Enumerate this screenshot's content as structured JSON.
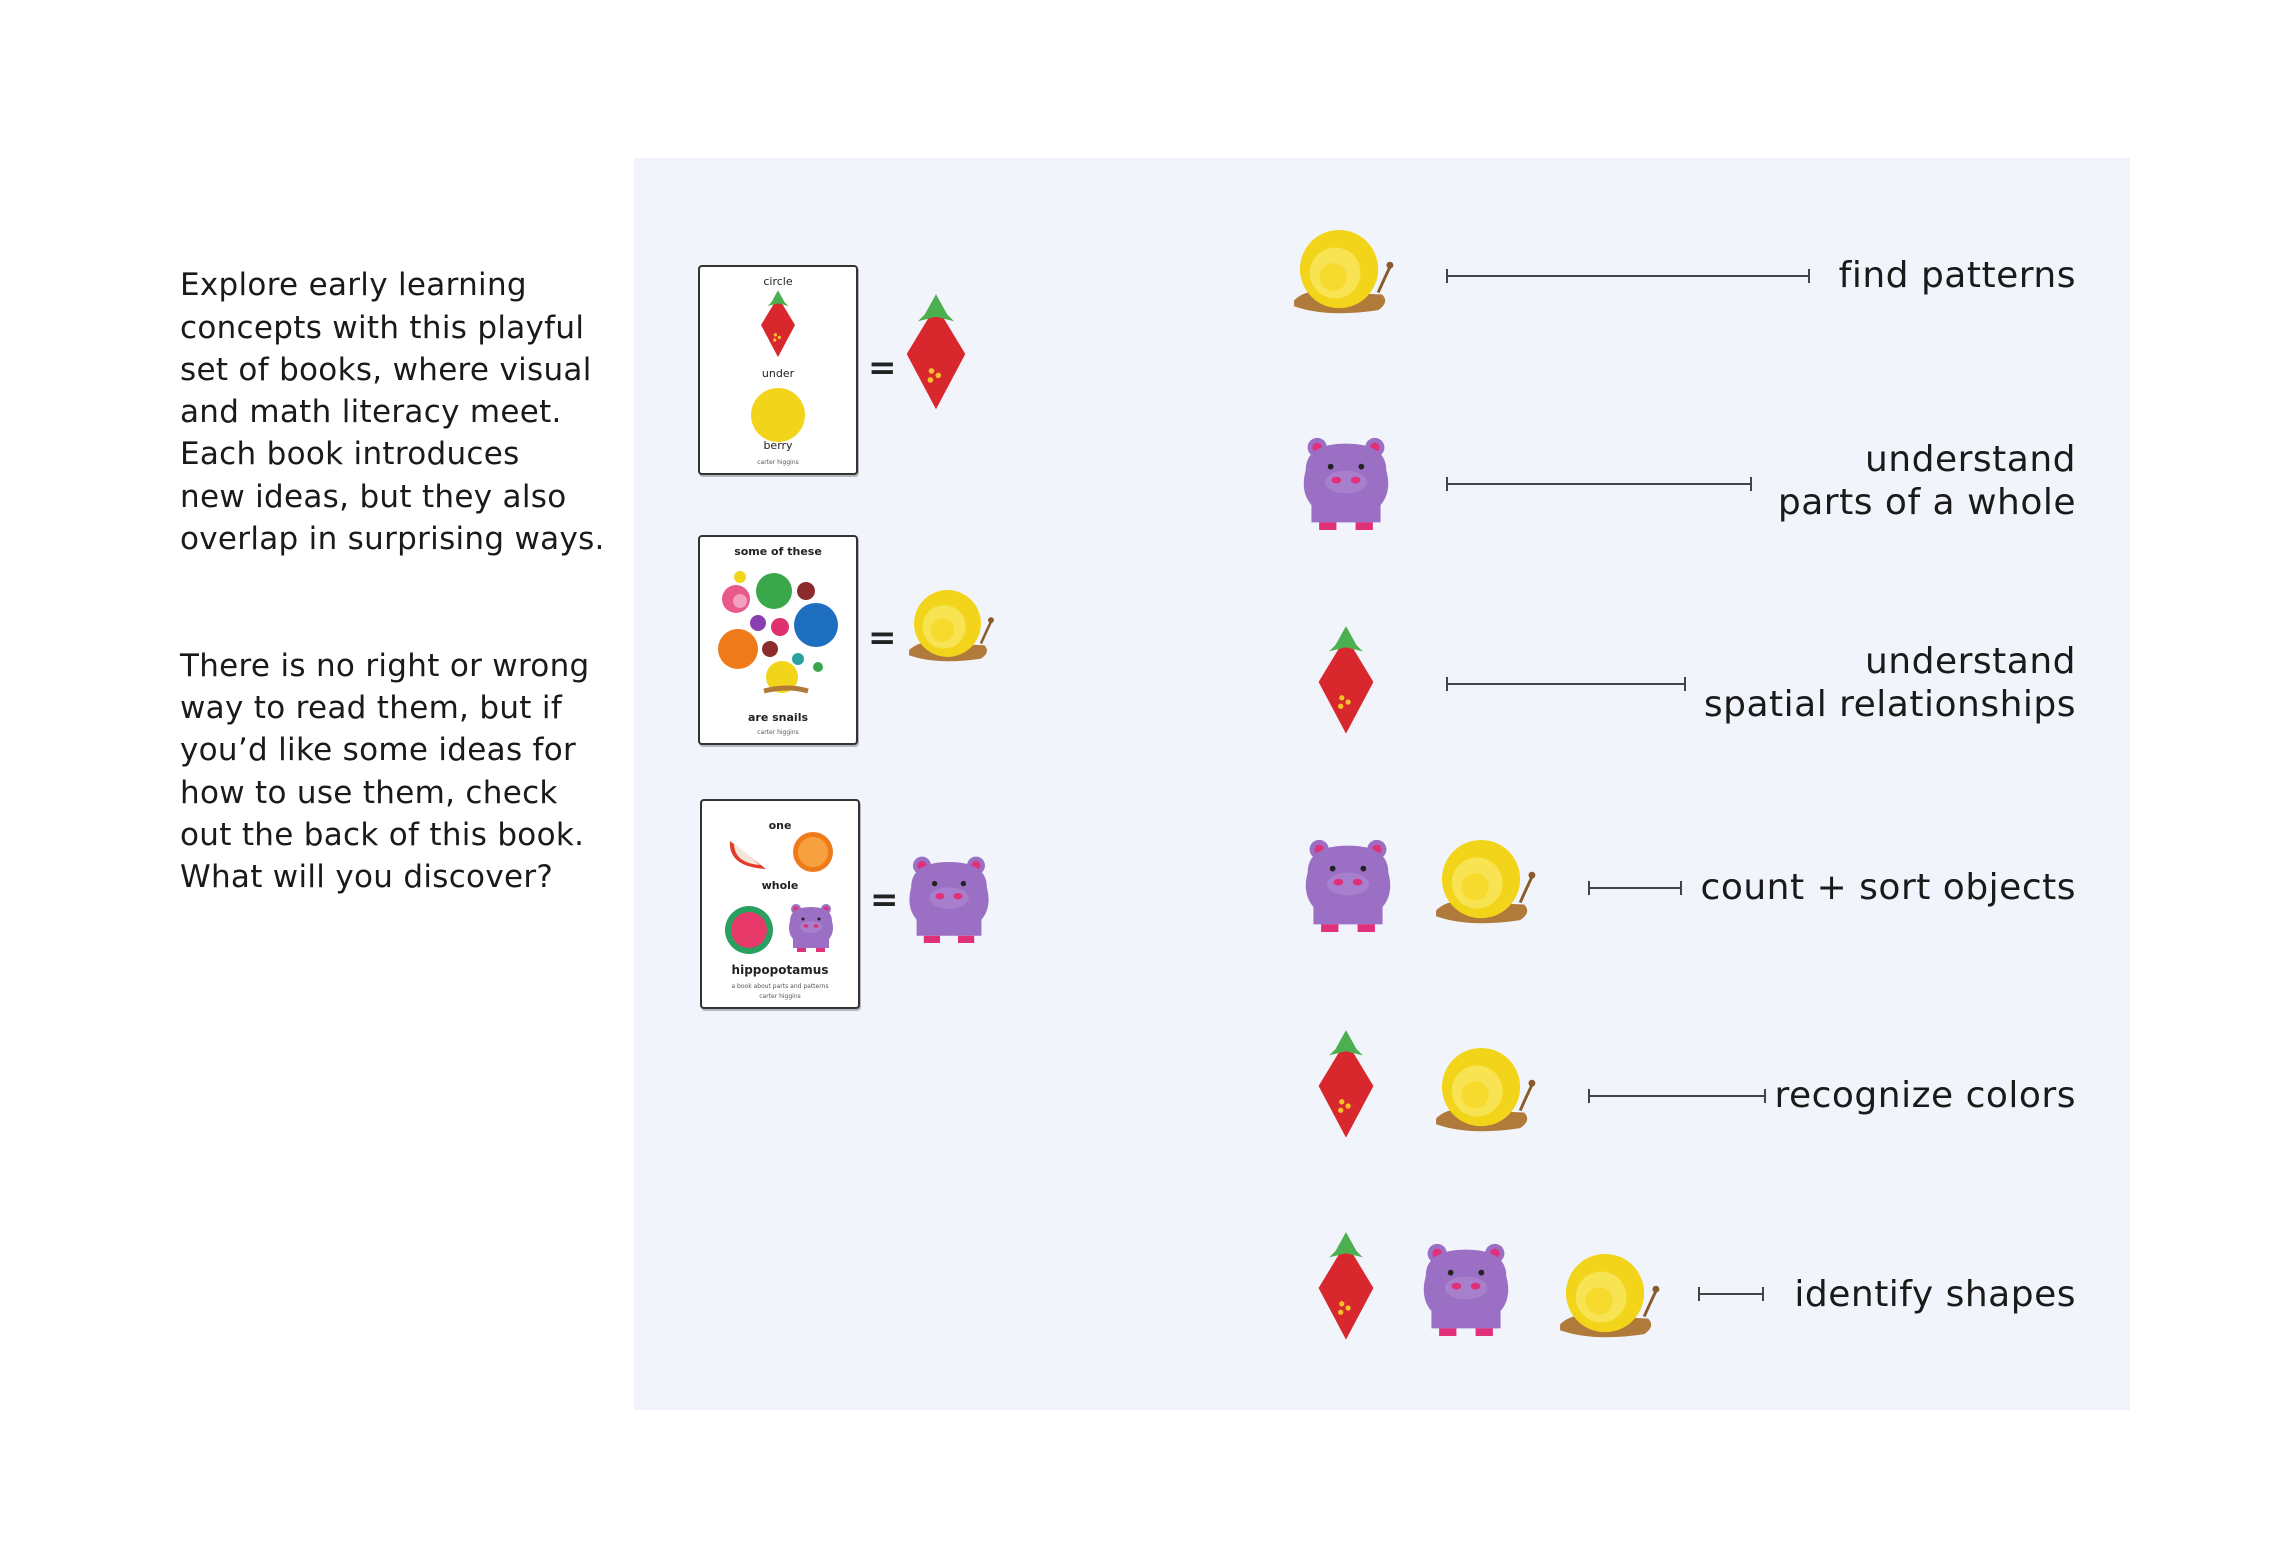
{
  "intro": {
    "paragraph_1": "Explore early learning\nconcepts with this playful\nset of books, where visual\nand math literacy meet.\nEach book introduces\nnew ideas, but they also\noverlap in surprising ways.",
    "paragraph_2": "There is no right or wrong\nway to read them, but if\nyou’d like some ideas for\nhow to use them, check\nout the back of this book.\nWhat will you discover?"
  },
  "books": [
    {
      "lines": [
        "circle",
        "under",
        "berry"
      ],
      "author": "carter higgins",
      "equals": "=",
      "icon": "berry-icon"
    },
    {
      "lines": [
        "some of these",
        "are snails"
      ],
      "author": "carter higgins",
      "equals": "=",
      "icon": "snail-icon"
    },
    {
      "lines": [
        "one",
        "whole",
        "hippopotamus"
      ],
      "subtitle": "a book about parts and patterns",
      "author": "carter higgins",
      "equals": "=",
      "icon": "hippo-icon"
    }
  ],
  "skills": [
    {
      "label": "find patterns",
      "icons": [
        "snail-icon"
      ]
    },
    {
      "label": "understand\nparts of a whole",
      "icons": [
        "hippo-icon"
      ]
    },
    {
      "label": "understand\nspatial relationships",
      "icons": [
        "berry-icon"
      ]
    },
    {
      "label": "count + sort objects",
      "icons": [
        "hippo-icon",
        "snail-icon"
      ]
    },
    {
      "label": "recognize colors",
      "icons": [
        "berry-icon",
        "snail-icon"
      ]
    },
    {
      "label": "identify shapes",
      "icons": [
        "berry-icon",
        "hippo-icon",
        "snail-icon"
      ]
    }
  ],
  "colors": {
    "panel": "#f1f4fa",
    "berry_red": "#d8282e",
    "leaf_green": "#4caf50",
    "snail_yellow": "#f2d51a",
    "snail_shell_brown": "#b07a3a",
    "hippo_purple": "#9b6fc3",
    "hippo_pink": "#e0307a"
  }
}
